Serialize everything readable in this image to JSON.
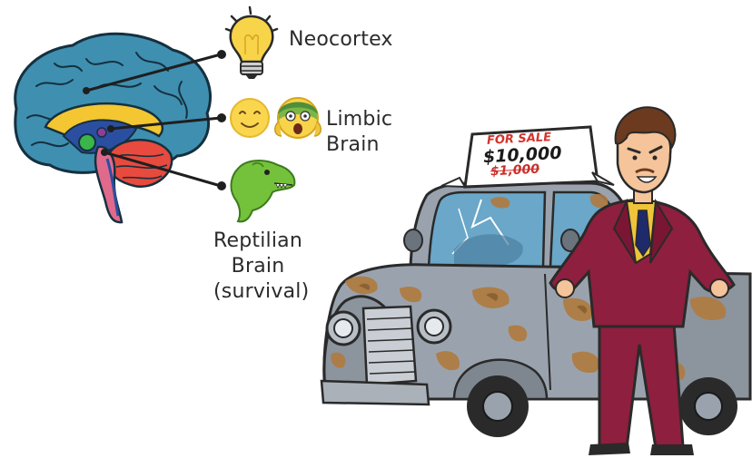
{
  "labels": {
    "neocortex": "Neocortex",
    "limbic_line1": "Limbic",
    "limbic_line2": "Brain",
    "reptilian_line1": "Reptilian",
    "reptilian_line2": "Brain",
    "reptilian_line3": "(survival)"
  },
  "sign": {
    "header": "FOR SALE",
    "price": "$10,000",
    "old_price": "$1,000"
  },
  "icons": {
    "neocortex": "lightbulb-icon",
    "limbic_happy": "smiley-face-icon",
    "limbic_fear": "screaming-face-icon",
    "reptilian": "dinosaur-head-icon"
  },
  "colors": {
    "brain_cortex": "#3f8fb0",
    "brain_cerebellum": "#e84a3e",
    "brain_stem": "#e06a8c",
    "car_body": "#9aa3ad",
    "rust": "#b07a3e",
    "suit": "#8e1f3e",
    "shirt": "#f0c43a",
    "bulb": "#f7d44a",
    "dinosaur": "#74c23c"
  }
}
